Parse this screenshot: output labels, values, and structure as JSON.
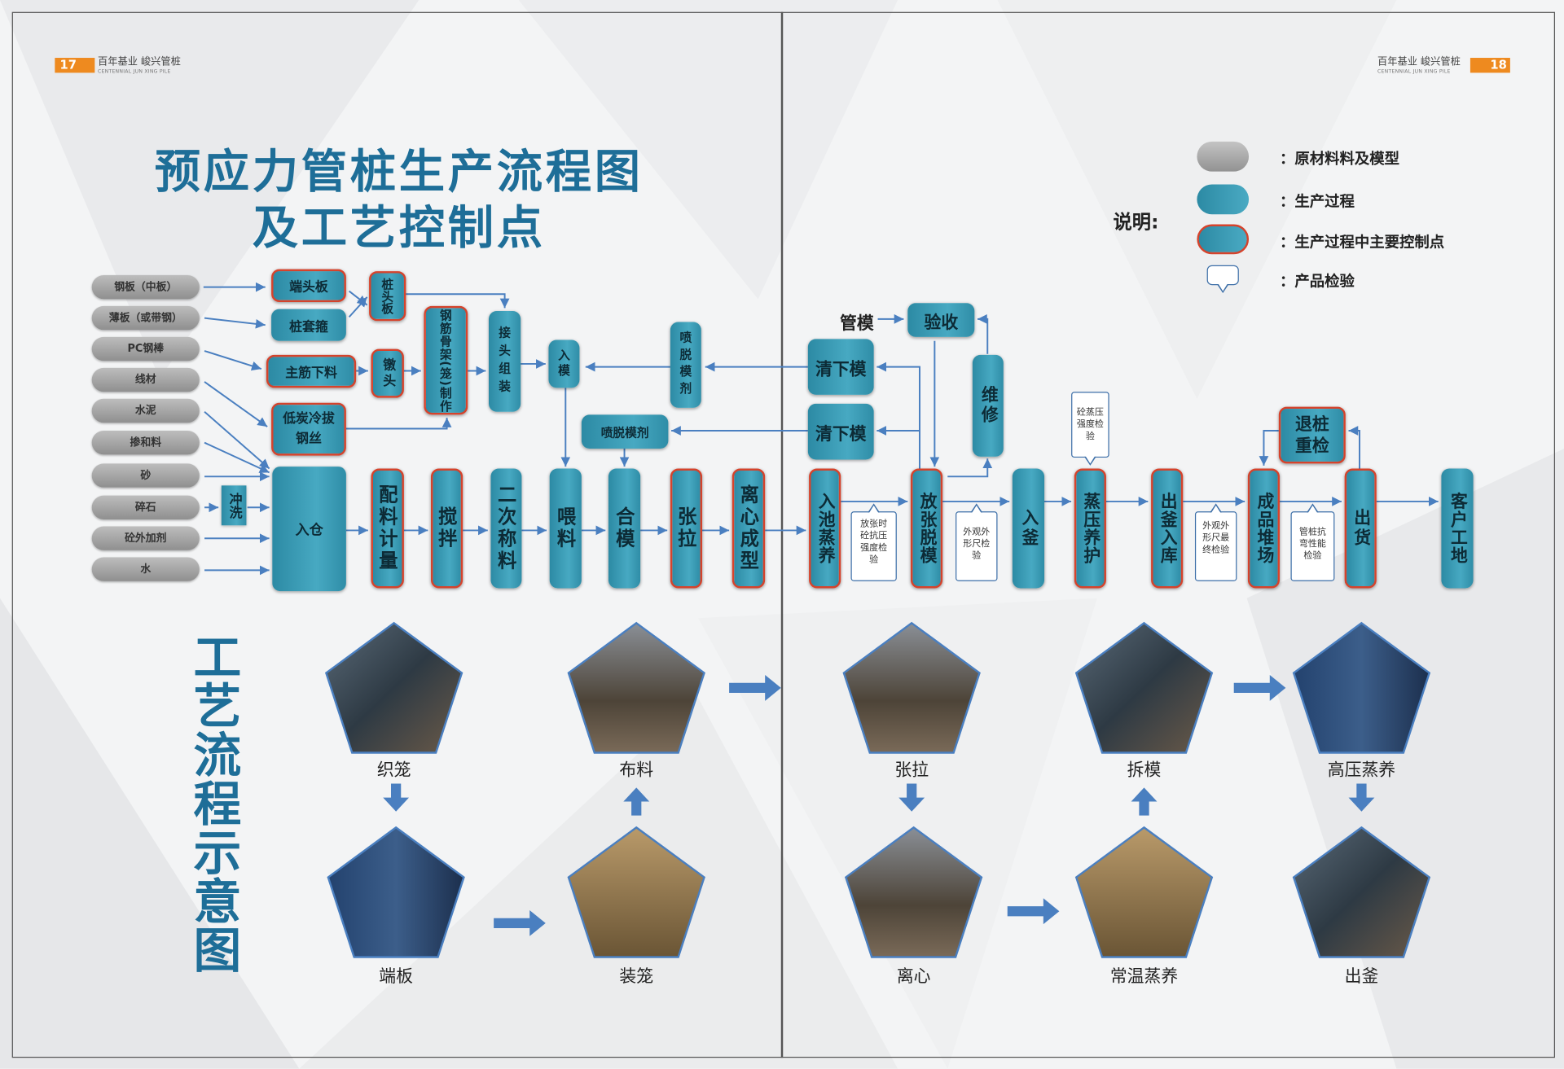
{
  "header_left": {
    "page": "17",
    "brand_cn": "百年基业 峻兴管桩",
    "brand_en": "CENTENNIAL JUN XING PILE"
  },
  "header_right": {
    "page": "18",
    "brand_cn": "百年基业 峻兴管桩",
    "brand_en": "CENTENNIAL JUN XING PILE"
  },
  "title": {
    "line1": "预应力管桩生产流程图",
    "line2": "及工艺控制点"
  },
  "legend": {
    "heading": "说明:",
    "items": [
      {
        "label": "：原材料料及模型"
      },
      {
        "label": "：生产过程"
      },
      {
        "label": "：生产过程中主要控制点"
      },
      {
        "label": "：产品检验"
      }
    ]
  },
  "raw_materials": [
    "钢板（中板）",
    "薄板（或带钢）",
    "PC钢棒",
    "线材",
    "水泥",
    "掺和料",
    "砂",
    "碎石",
    "砼外加剂",
    "水"
  ],
  "flow": {
    "duantouban": "端头板",
    "zhuangtaogu": "桩套箍",
    "zhuangtouban": "桩头板",
    "zhujinxialiao": "主筋下料",
    "duntou": "镦头",
    "ditan": "低炭冷拔钢丝",
    "gangjin": "钢筋骨架(笼)制作",
    "jietou": "接头组装",
    "rumo": "入模",
    "penv": "喷脱模剂",
    "penh": "喷脱模剂",
    "chongxi": "冲洗",
    "rucang": "入仓",
    "peiliao": "配料计量",
    "jiaoban": "搅拌",
    "erci": "二次称料",
    "weiliao": "喂料",
    "hemo": "合模",
    "zhangla": "张拉",
    "lixin": "离心成型",
    "qingxiamo1": "清下模",
    "qingxiamo2": "清下模",
    "guanmo": "管模",
    "yanshou": "验收",
    "weixiu": "维修",
    "ruchi": "入池蒸养",
    "fangzhang": "放张脱模",
    "rufu": "入釜",
    "zhengya": "蒸压养护",
    "chufu": "出釜入库",
    "chengpin": "成品堆场",
    "tuizhuang": "退桩重检",
    "chuhuo": "出货",
    "kehu": "客户工地"
  },
  "checks": {
    "c1": "放张时砼抗压强度检验",
    "c2": "外观外形尺检验",
    "c3": "砼蒸压强度检验",
    "c4": "外观外形尺最终检验",
    "c5": "管桩抗弯性能检验"
  },
  "process_title": "工艺流程示意图",
  "photos": [
    "织笼",
    "布料",
    "张拉",
    "拆模",
    "高压蒸养",
    "端板",
    "装笼",
    "离心",
    "常温蒸养",
    "出釜"
  ],
  "colors": {
    "teal": "#3a9bb5",
    "control_border": "#d5432c",
    "raw": "#a0a0a0",
    "title": "#1e6e98",
    "accent": "#ee8a1f",
    "arrow": "#4a7fc0"
  }
}
